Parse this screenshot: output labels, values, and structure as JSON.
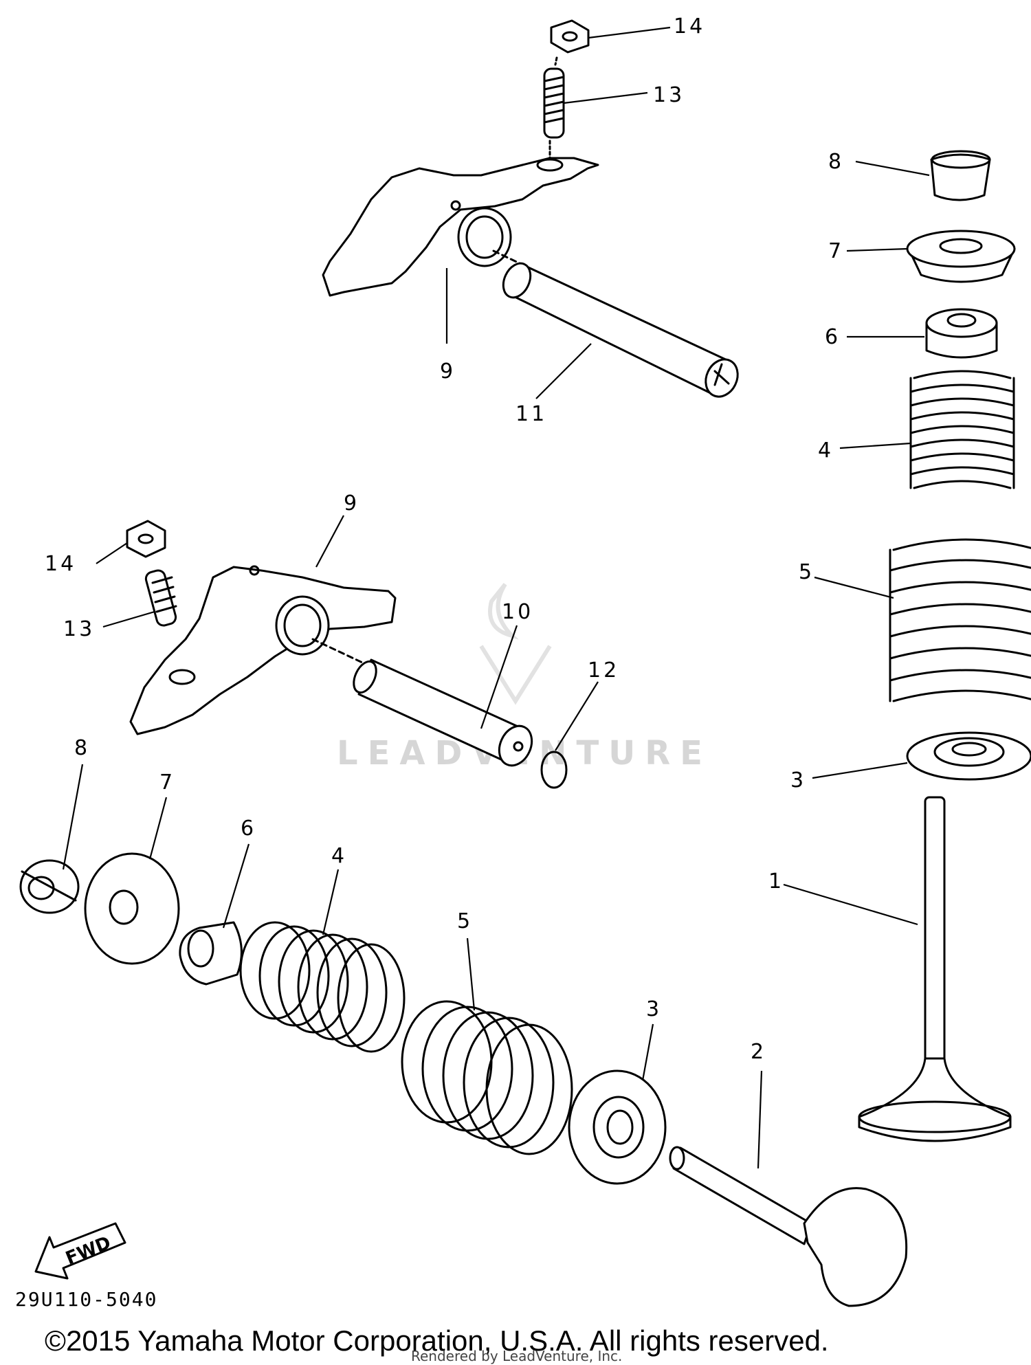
{
  "diagram_code": "29U110-5040",
  "copyright": "©2015 Yamaha Motor Corporation, U.S.A. All rights reserved.",
  "rendered_by": "Rendered by LeadVenture, Inc.",
  "watermark": "LEADVENTURE",
  "fwd_label": "FWD",
  "callouts": {
    "c14_top": "14",
    "c13_top": "13",
    "c8_right": "8",
    "c7_right": "7",
    "c6_right": "6",
    "c9_top": "9",
    "c11": "11",
    "c4_right": "4",
    "c9_mid": "9",
    "c14_left": "14",
    "c13_left": "13",
    "c10": "10",
    "c12": "12",
    "c5_right": "5",
    "c8_left": "8",
    "c7_left": "7",
    "c6_left": "6",
    "c4_left": "4",
    "c5_left": "5",
    "c3_right": "3",
    "c1": "1",
    "c3_left": "3",
    "c2": "2"
  }
}
